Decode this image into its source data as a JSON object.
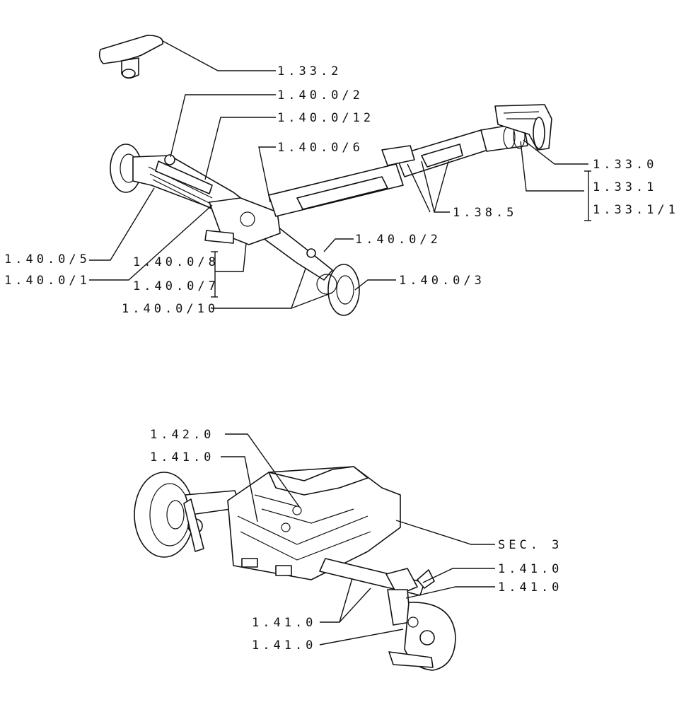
{
  "labels": {
    "l_1_33_2": "1.33.2",
    "l_1_40_0_2a": "1.40.0/2",
    "l_1_40_0_12": "1.40.0/12",
    "l_1_40_0_6": "1.40.0/6",
    "l_1_33_0": "1.33.0",
    "l_1_33_1": "1.33.1",
    "l_1_33_1_1": "1.33.1/1",
    "l_1_38_5": "1.38.5",
    "l_1_40_0_2b": "1.40.0/2",
    "l_1_40_0_5": "1.40.0/5",
    "l_1_40_0_1": "1.40.0/1",
    "l_1_40_0_3": "1.40.0/3",
    "l_1_40_0_8": "1.40.0/8",
    "l_1_40_0_7": "1.40.0/7",
    "l_1_40_0_10": "1.40.0/10",
    "l_1_42_0": "1.42.0",
    "l_1_41_0_a": "1.41.0",
    "l_sec_3": "SEC. 3",
    "l_1_41_0_b": "1.41.0",
    "l_1_41_0_c": "1.41.0",
    "l_1_41_0_d": "1.41.0",
    "l_1_41_0_e": "1.41.0"
  }
}
